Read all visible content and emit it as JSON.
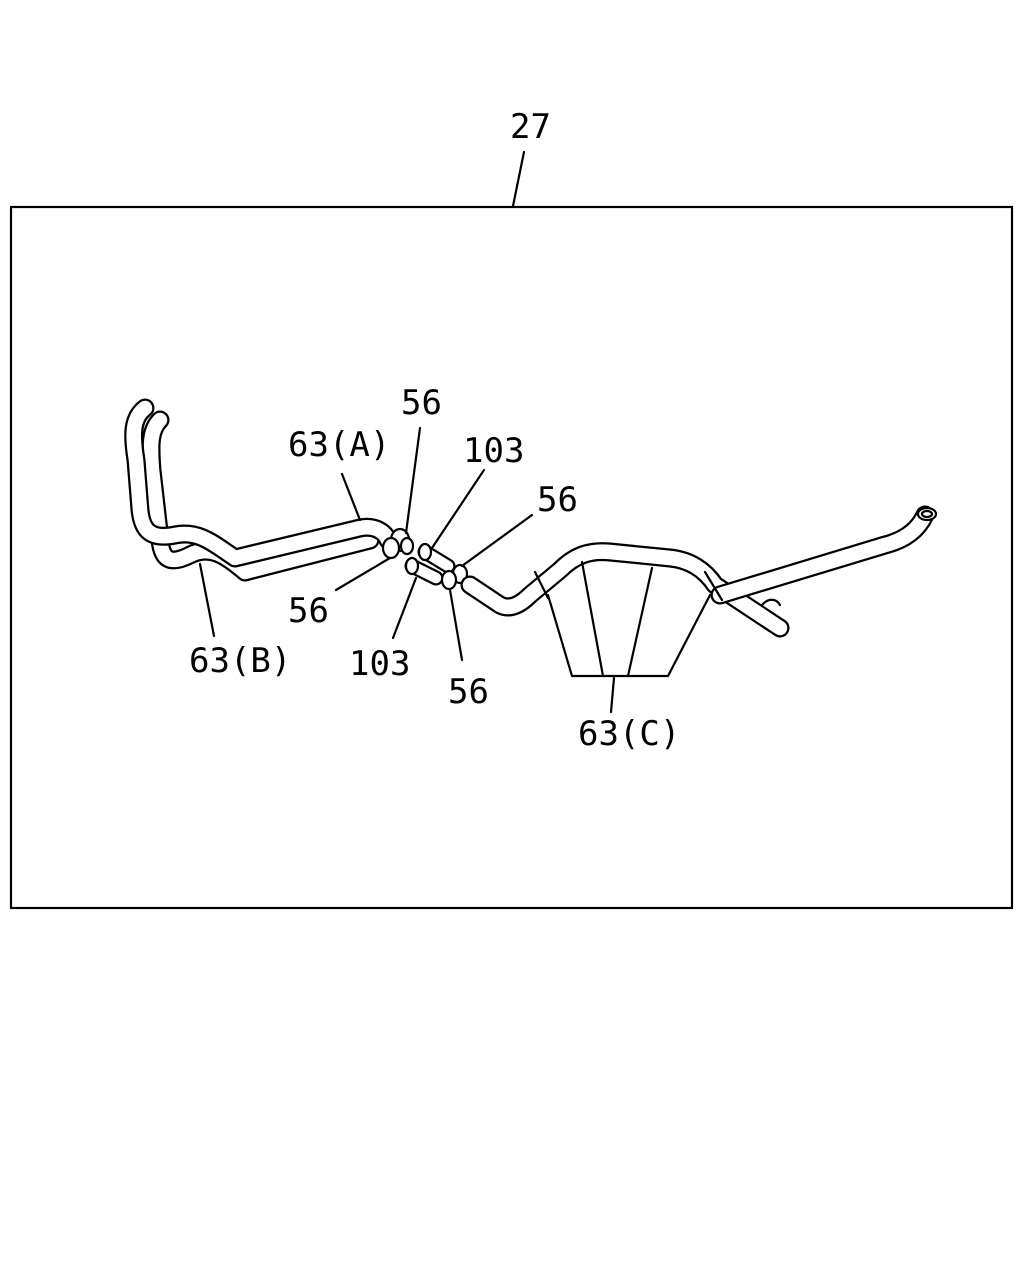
{
  "diagram": {
    "assembly_label": "27",
    "callouts": {
      "hose_a": "63(A)",
      "hose_b": "63(B)",
      "hose_c": "63(C)",
      "clamp_top_left": "56",
      "clamp_bottom_left": "56",
      "clamp_top_right": "56",
      "clamp_bottom_right": "56",
      "pipe_top": "103",
      "pipe_bottom": "103"
    }
  }
}
